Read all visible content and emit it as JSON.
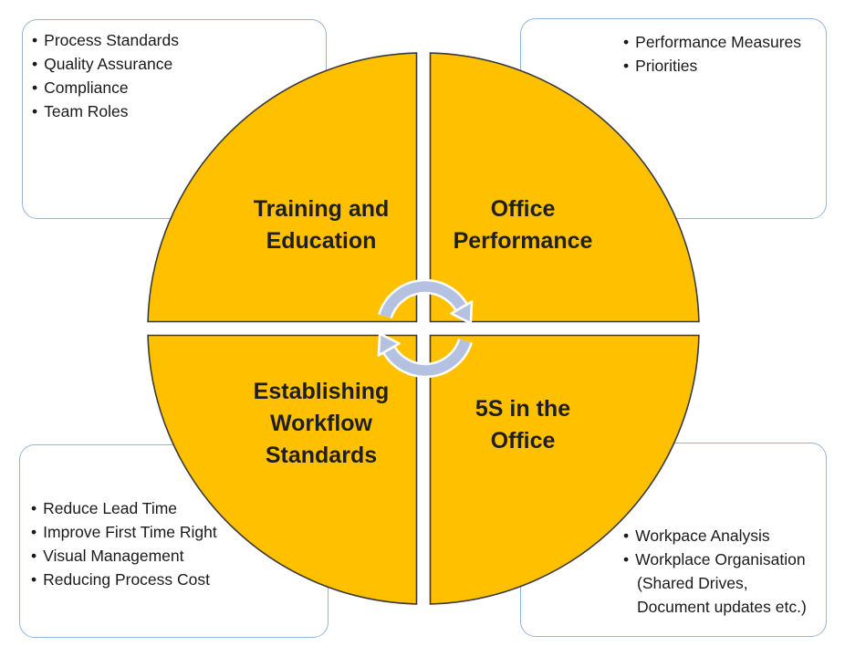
{
  "diagram": {
    "type": "four-quadrant-cycle",
    "center_icon": "cycle-arrows",
    "colors": {
      "quadrant_fill": "#FFC000",
      "quadrant_outline": "#3A3A3A",
      "box_border": "#95B3D7",
      "arrow_fill": "#B4C1E0",
      "label_text": "#1F1F1F"
    },
    "quadrants": {
      "top_left": "Training and\nEducation",
      "top_right": "Office\nPerformance",
      "bottom_left": "Establishing\nWorkflow\nStandards",
      "bottom_right": "5S in the\nOffice"
    }
  },
  "boxes": {
    "top_left": {
      "items": [
        "Process Standards",
        "Quality Assurance",
        "Compliance",
        "Team Roles"
      ]
    },
    "top_right": {
      "items": [
        "Performance Measures",
        "Priorities"
      ]
    },
    "bottom_left": {
      "items": [
        "Reduce Lead Time",
        "Improve First Time Right",
        "Visual Management",
        "Reducing Process Cost"
      ]
    },
    "bottom_right": {
      "items": [
        "Workpace Analysis",
        "Workplace Organisation (Shared Drives, Document updates etc.)"
      ]
    }
  }
}
